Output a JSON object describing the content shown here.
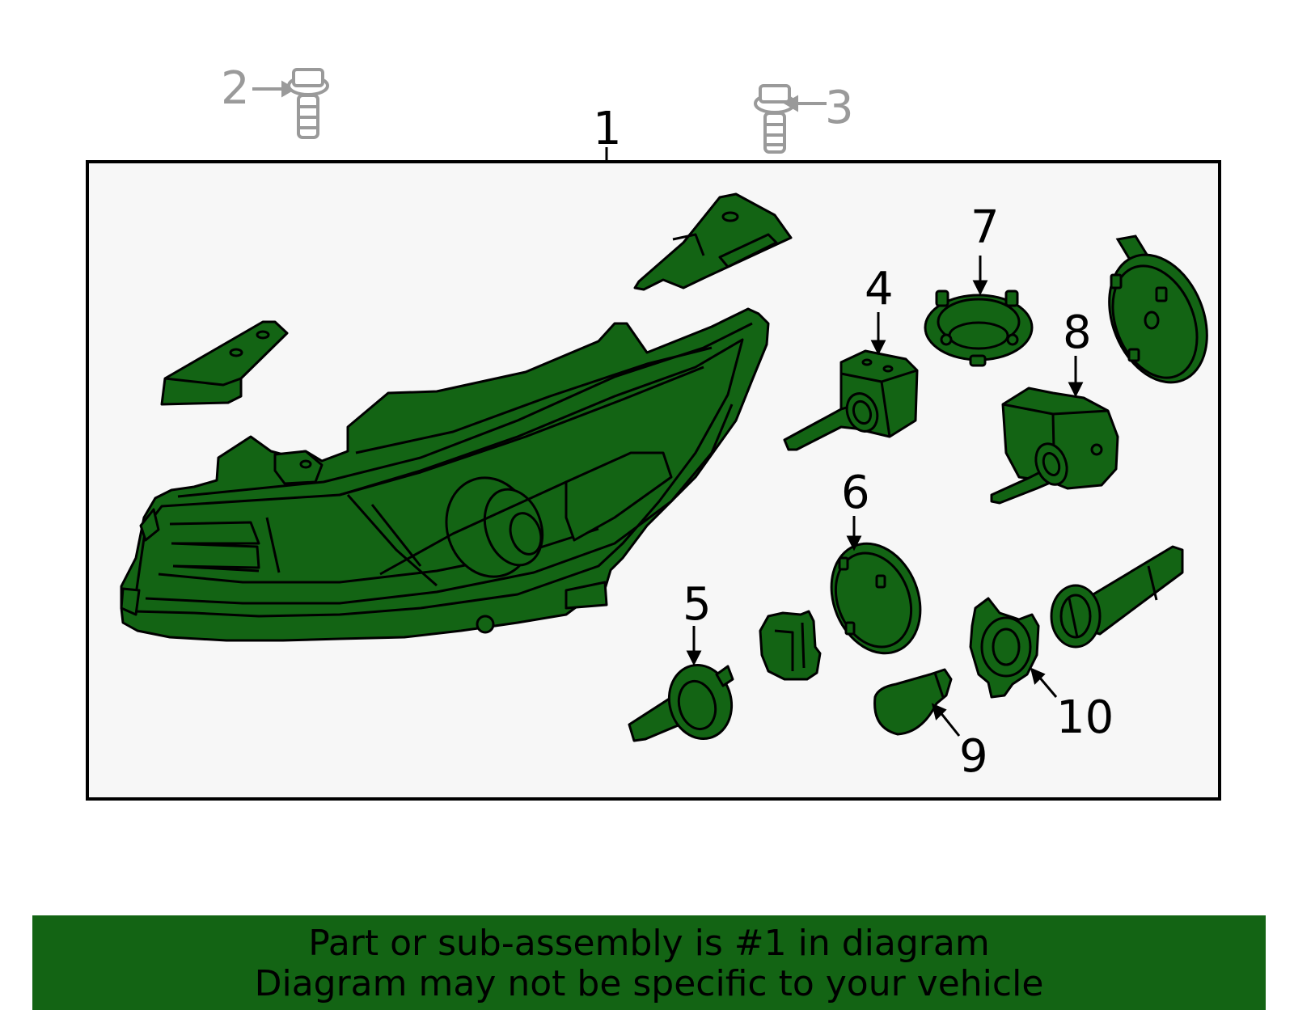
{
  "colors": {
    "part_fill": "#136414",
    "outline": "#000000",
    "panel_bg": "#f7f7f7",
    "fastener_grey": "#9a9a9a",
    "footer_bg": "#136414"
  },
  "callouts": {
    "c1": "1",
    "c2": "2",
    "c3": "3",
    "c4": "4",
    "c5": "5",
    "c6": "6",
    "c7": "7",
    "c8": "8",
    "c9": "9",
    "c10": "10"
  },
  "footer": {
    "line1": "Part or sub-assembly is #1 in diagram",
    "line2": "Diagram may not be specific to your vehicle"
  }
}
